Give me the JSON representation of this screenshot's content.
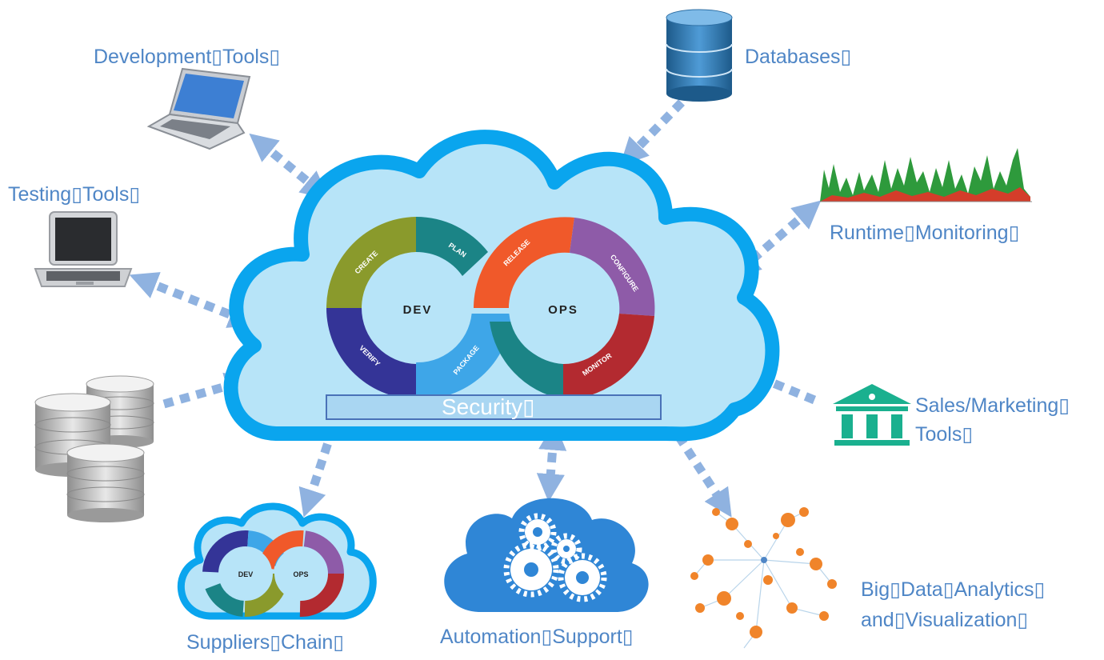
{
  "diagram": {
    "center": {
      "dev_label": "DEV",
      "ops_label": "OPS",
      "stages": {
        "create": "CREATE",
        "plan": "PLAN",
        "verify": "VERIFY",
        "package": "PACKAGE",
        "release": "RELEASE",
        "configure": "CONFIGURE",
        "monitor": "MONITOR"
      },
      "security_label": "Security▯"
    },
    "nodes": {
      "development_tools": "Development▯Tools▯",
      "testing_tools": "Testing▯Tools▯",
      "databases": "Databases▯",
      "runtime_monitoring": "Runtime▯Monitoring▯",
      "sales_marketing_line1": "Sales/Marketing▯",
      "sales_marketing_line2": "Tools▯",
      "big_data_line1": "Big▯Data▯Analytics▯",
      "big_data_line2": "and▯Visualization▯",
      "automation_support": "Automation▯Support▯",
      "suppliers_chain": "Suppliers▯Chain▯"
    },
    "colors": {
      "label_text": "#4f86c6",
      "arrow": "#8fb2e0",
      "cloud_border": "#0aa5ee",
      "cloud_fill": "#b7e4f8",
      "create": "#8a9a2c",
      "plan": "#1b8486",
      "verify": "#343497",
      "package": "#3ea6e8",
      "release": "#f0592a",
      "configure": "#8e5ba8",
      "monitor": "#b32a30"
    }
  }
}
